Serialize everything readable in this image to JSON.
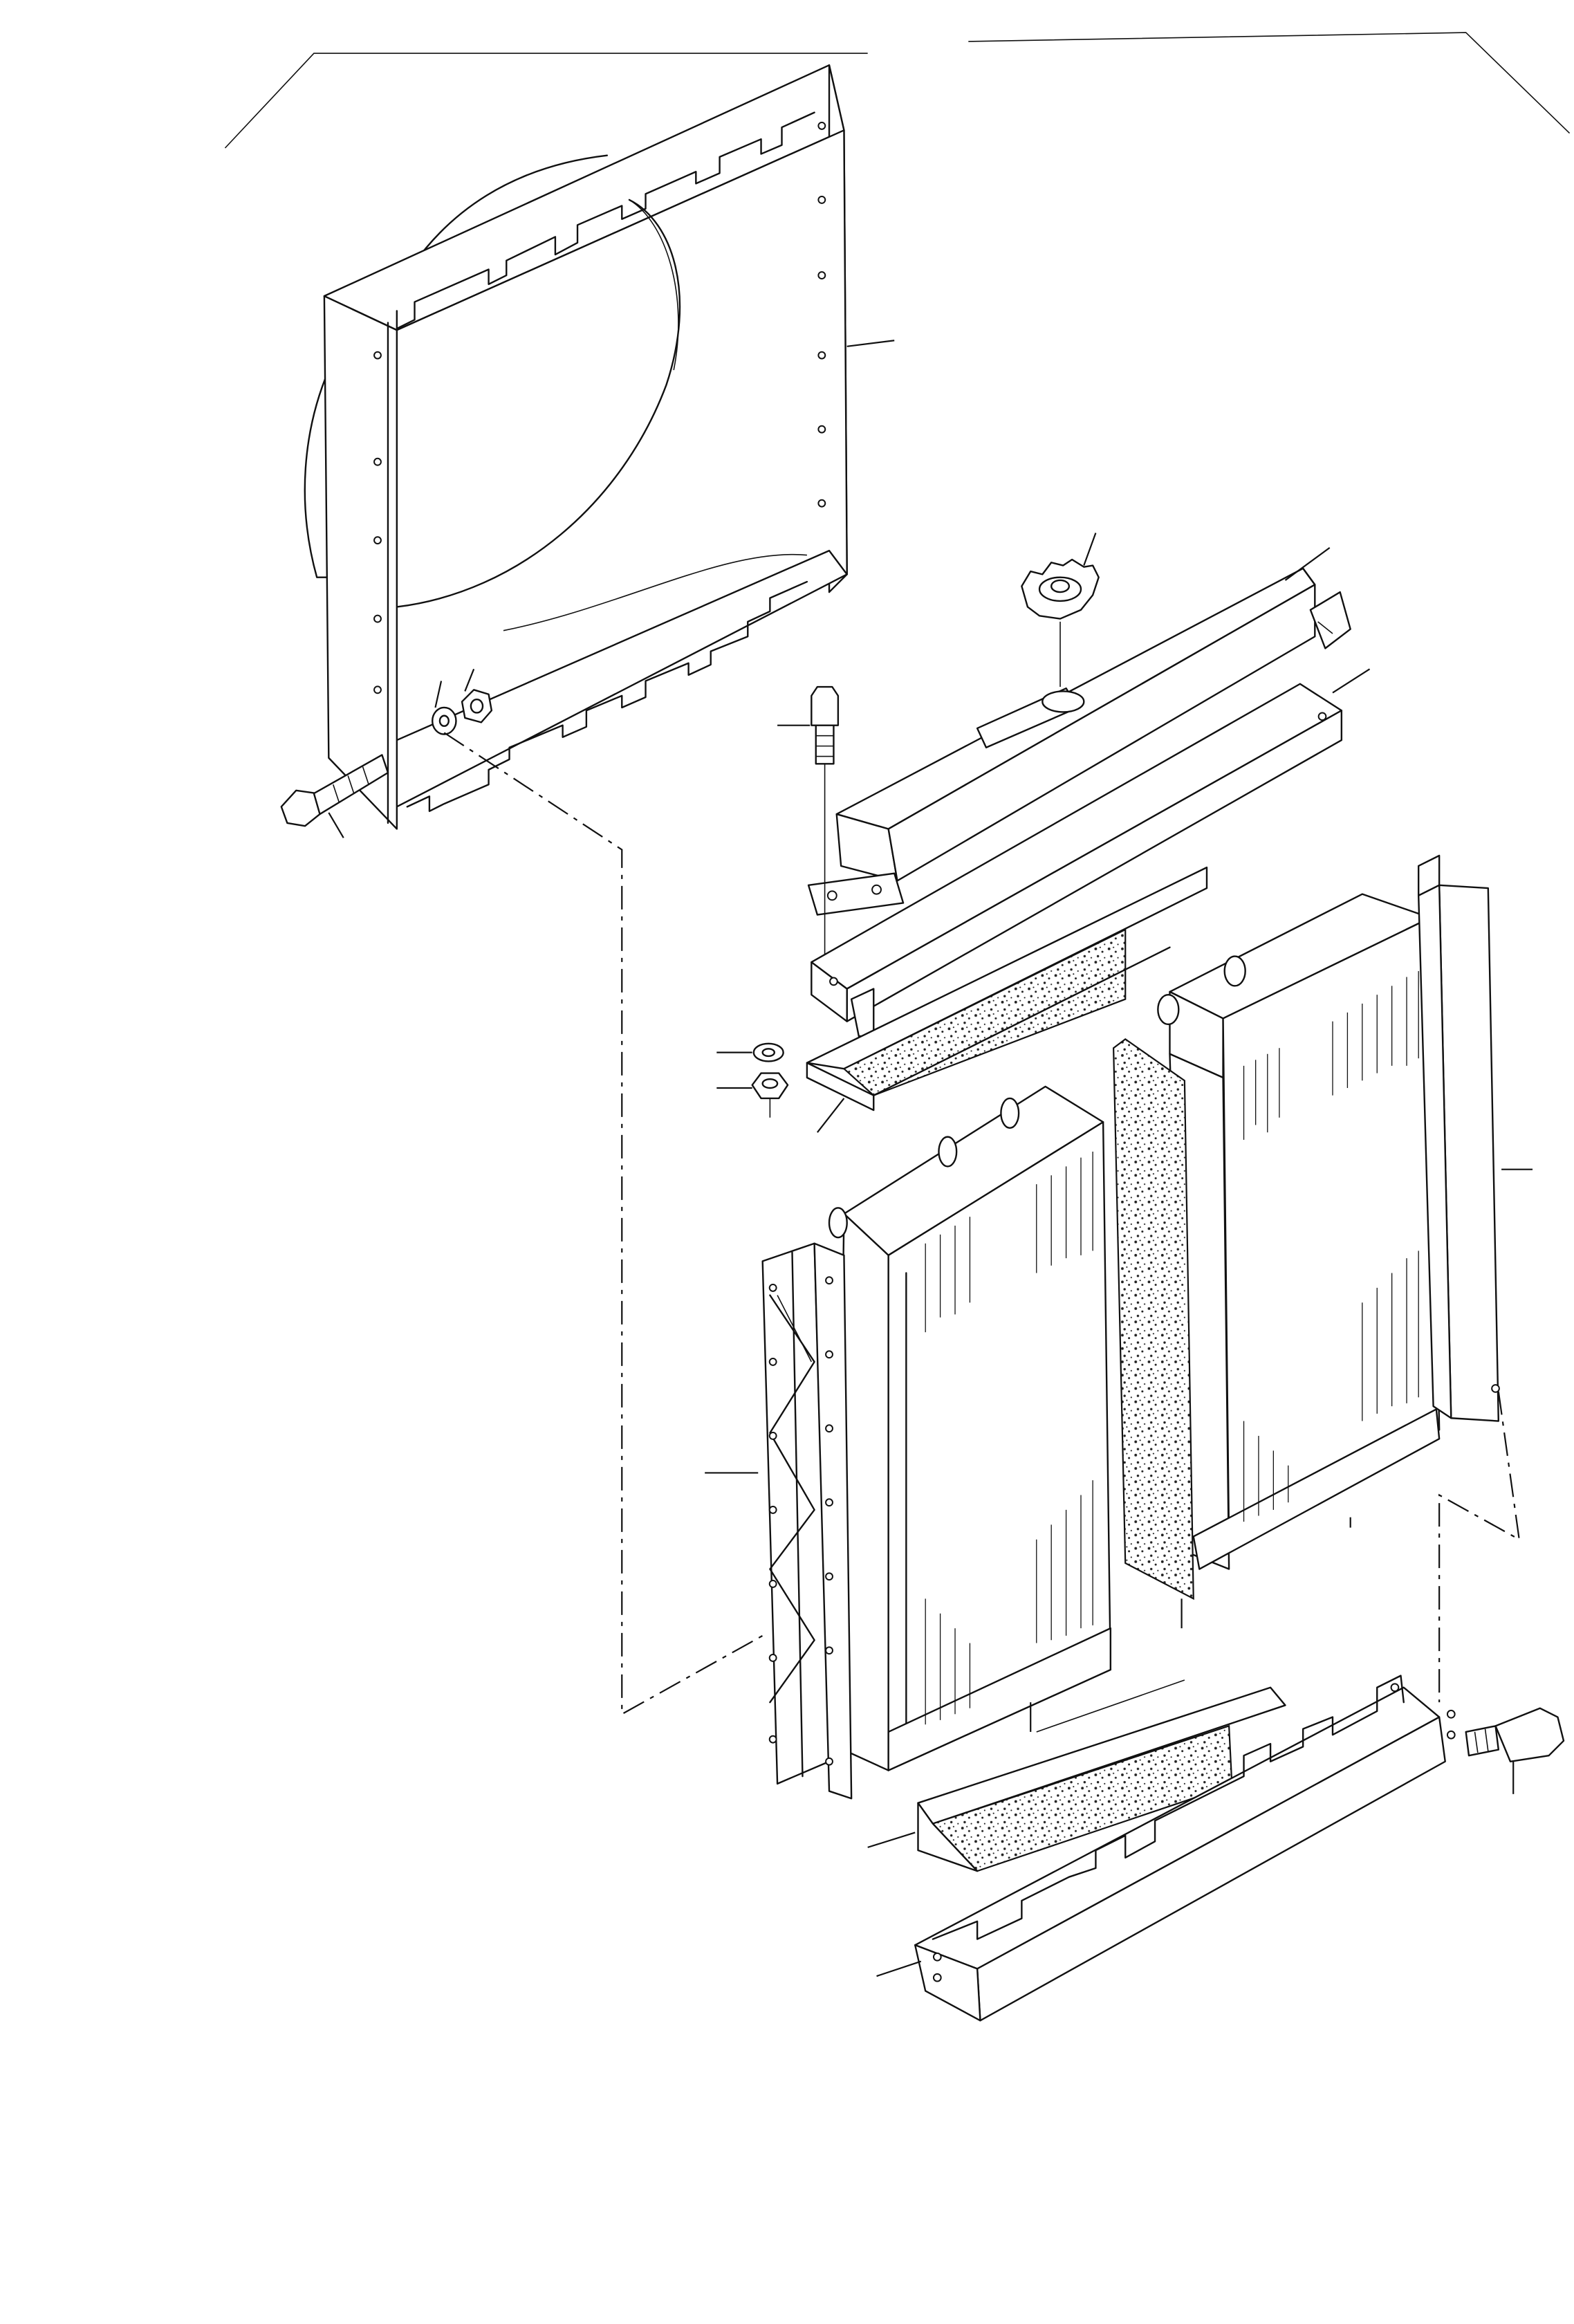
{
  "figure": {
    "kind": "exploded-parts-diagram",
    "printed_text": []
  },
  "parts": [
    {
      "id": "fan-shroud",
      "icon": "fan-shroud-icon"
    },
    {
      "id": "shroud-bolt",
      "icon": "bolt-icon"
    },
    {
      "id": "shroud-washer",
      "icon": "washer-icon"
    },
    {
      "id": "shroud-nut",
      "icon": "nut-icon"
    },
    {
      "id": "upper-tank",
      "icon": "tank-icon"
    },
    {
      "id": "radiator-cap",
      "icon": "cap-icon"
    },
    {
      "id": "upper-bracket",
      "icon": "bracket-icon"
    },
    {
      "id": "upper-seal-channel",
      "icon": "seal-channel-icon"
    },
    {
      "id": "upper-bolt",
      "icon": "bolt-icon"
    },
    {
      "id": "upper-washer",
      "icon": "washer-icon"
    },
    {
      "id": "upper-nut",
      "icon": "nut-icon"
    },
    {
      "id": "side-support-frame",
      "icon": "frame-icon"
    },
    {
      "id": "front-core",
      "icon": "radiator-core-icon"
    },
    {
      "id": "center-foam-seal",
      "icon": "foam-seal-icon"
    },
    {
      "id": "rear-core",
      "icon": "radiator-core-icon"
    },
    {
      "id": "right-side-plate",
      "icon": "plate-icon"
    },
    {
      "id": "lower-seal-channel",
      "icon": "seal-channel-icon"
    },
    {
      "id": "lower-bracket",
      "icon": "bracket-icon"
    },
    {
      "id": "lower-bolt",
      "icon": "bolt-icon"
    }
  ]
}
